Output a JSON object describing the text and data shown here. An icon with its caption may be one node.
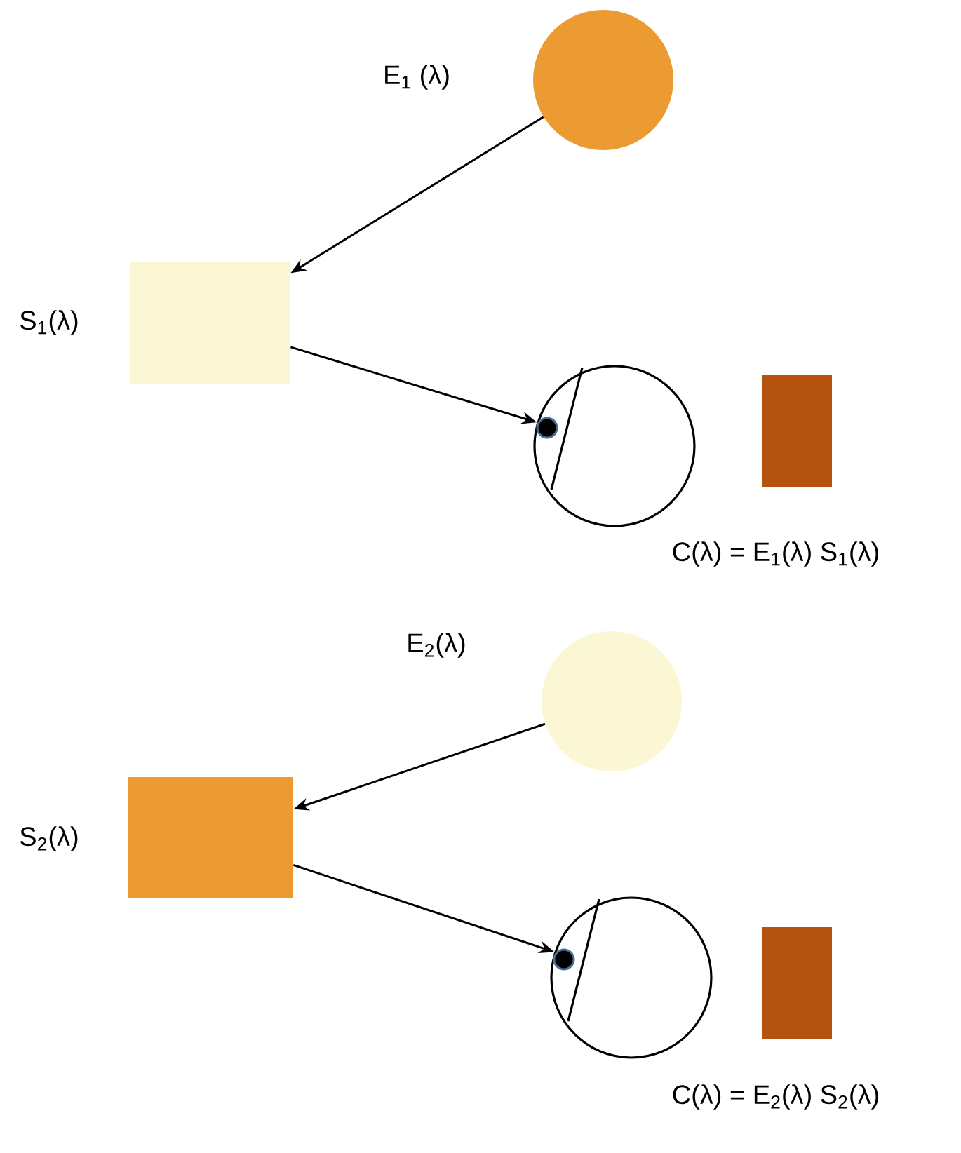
{
  "diagram": {
    "nodes": [
      {
        "text": [],
        "shape": "circle",
        "beside": [
          "E$_{1}$ (λ)"
        ]
      },
      {
        "text": [],
        "shape": "box",
        "beside": [
          "S$_{1}$(λ)"
        ]
      },
      {
        "text": [],
        "shape": "eye"
      },
      {
        "text": [],
        "shape": "box"
      },
      {
        "text": [],
        "shape": "circle",
        "beside": [
          "E$_{2}$(λ)"
        ]
      },
      {
        "text": [],
        "shape": "box",
        "beside": [
          "S$_{2}$(λ)"
        ]
      },
      {
        "text": [],
        "shape": "eye"
      },
      {
        "text": [],
        "shape": "box"
      }
    ],
    "edges": [
      {
        "from": 0,
        "to": 1,
        "arrow": "to"
      },
      {
        "from": 1,
        "to": 2,
        "arrow": "to"
      },
      {
        "from": 4,
        "to": 5,
        "arrow": "to"
      },
      {
        "from": 5,
        "to": 6,
        "arrow": "to"
      }
    ],
    "labels": [
      "C(λ) = E$_{1}$(λ) S$_{1}$(λ)",
      "C(λ) = E$_{2}$(λ) S$_{2}$(λ)"
    ]
  }
}
